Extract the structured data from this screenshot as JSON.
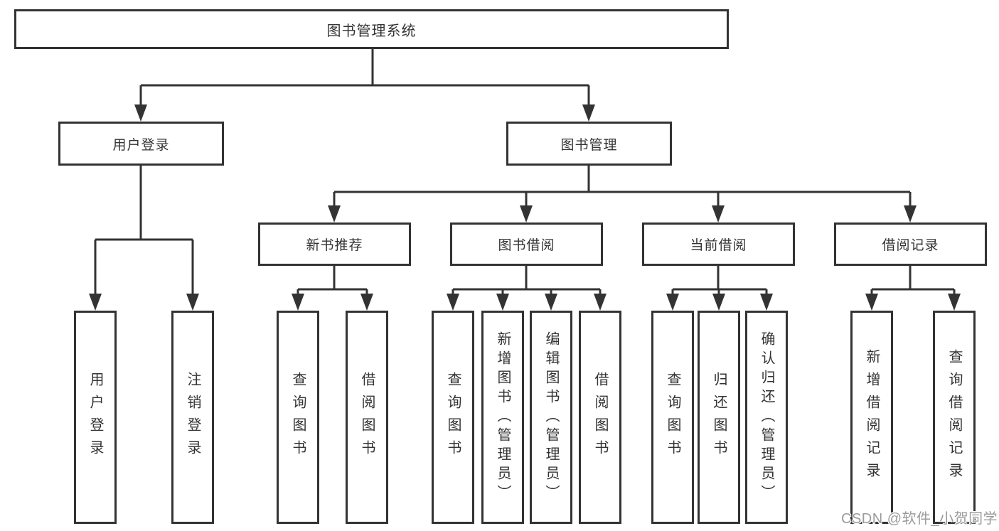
{
  "nodes": {
    "root": {
      "label": "图书管理系统"
    },
    "user_login": {
      "label": "用户登录"
    },
    "book_mgmt": {
      "label": "图书管理"
    },
    "new_book_rec": {
      "label": "新书推荐"
    },
    "book_borrow": {
      "label": "图书借阅"
    },
    "current_borrow": {
      "label": "当前借阅"
    },
    "borrow_records": {
      "label": "借阅记录"
    },
    "leaf_user_login": {
      "label": "用户登录"
    },
    "leaf_logout": {
      "label": "注销登录"
    },
    "leaf_nbr_query_books": {
      "label": "查询图书"
    },
    "leaf_nbr_borrow_books": {
      "label": "借阅图书"
    },
    "leaf_bb_query_books": {
      "label": "查询图书"
    },
    "leaf_bb_add_books": {
      "label": "新增图书（管理员）"
    },
    "leaf_bb_edit_books": {
      "label": "编辑图书（管理员）"
    },
    "leaf_bb_borrow_books": {
      "label": "借阅图书"
    },
    "leaf_cb_query_books": {
      "label": "查询图书"
    },
    "leaf_cb_return_books": {
      "label": "归还图书"
    },
    "leaf_cb_confirm_return": {
      "label": "确认归还（管理员）"
    },
    "leaf_br_add_record": {
      "label": "新增借阅记录"
    },
    "leaf_br_query_record": {
      "label": "查询借阅记录"
    }
  },
  "watermark": {
    "text": "CSDN @软件_小贺同学",
    "color": "#9b9b9b"
  },
  "colors": {
    "line": "#333333",
    "box_border": "#333333",
    "text": "#333333",
    "background": "#ffffff"
  }
}
